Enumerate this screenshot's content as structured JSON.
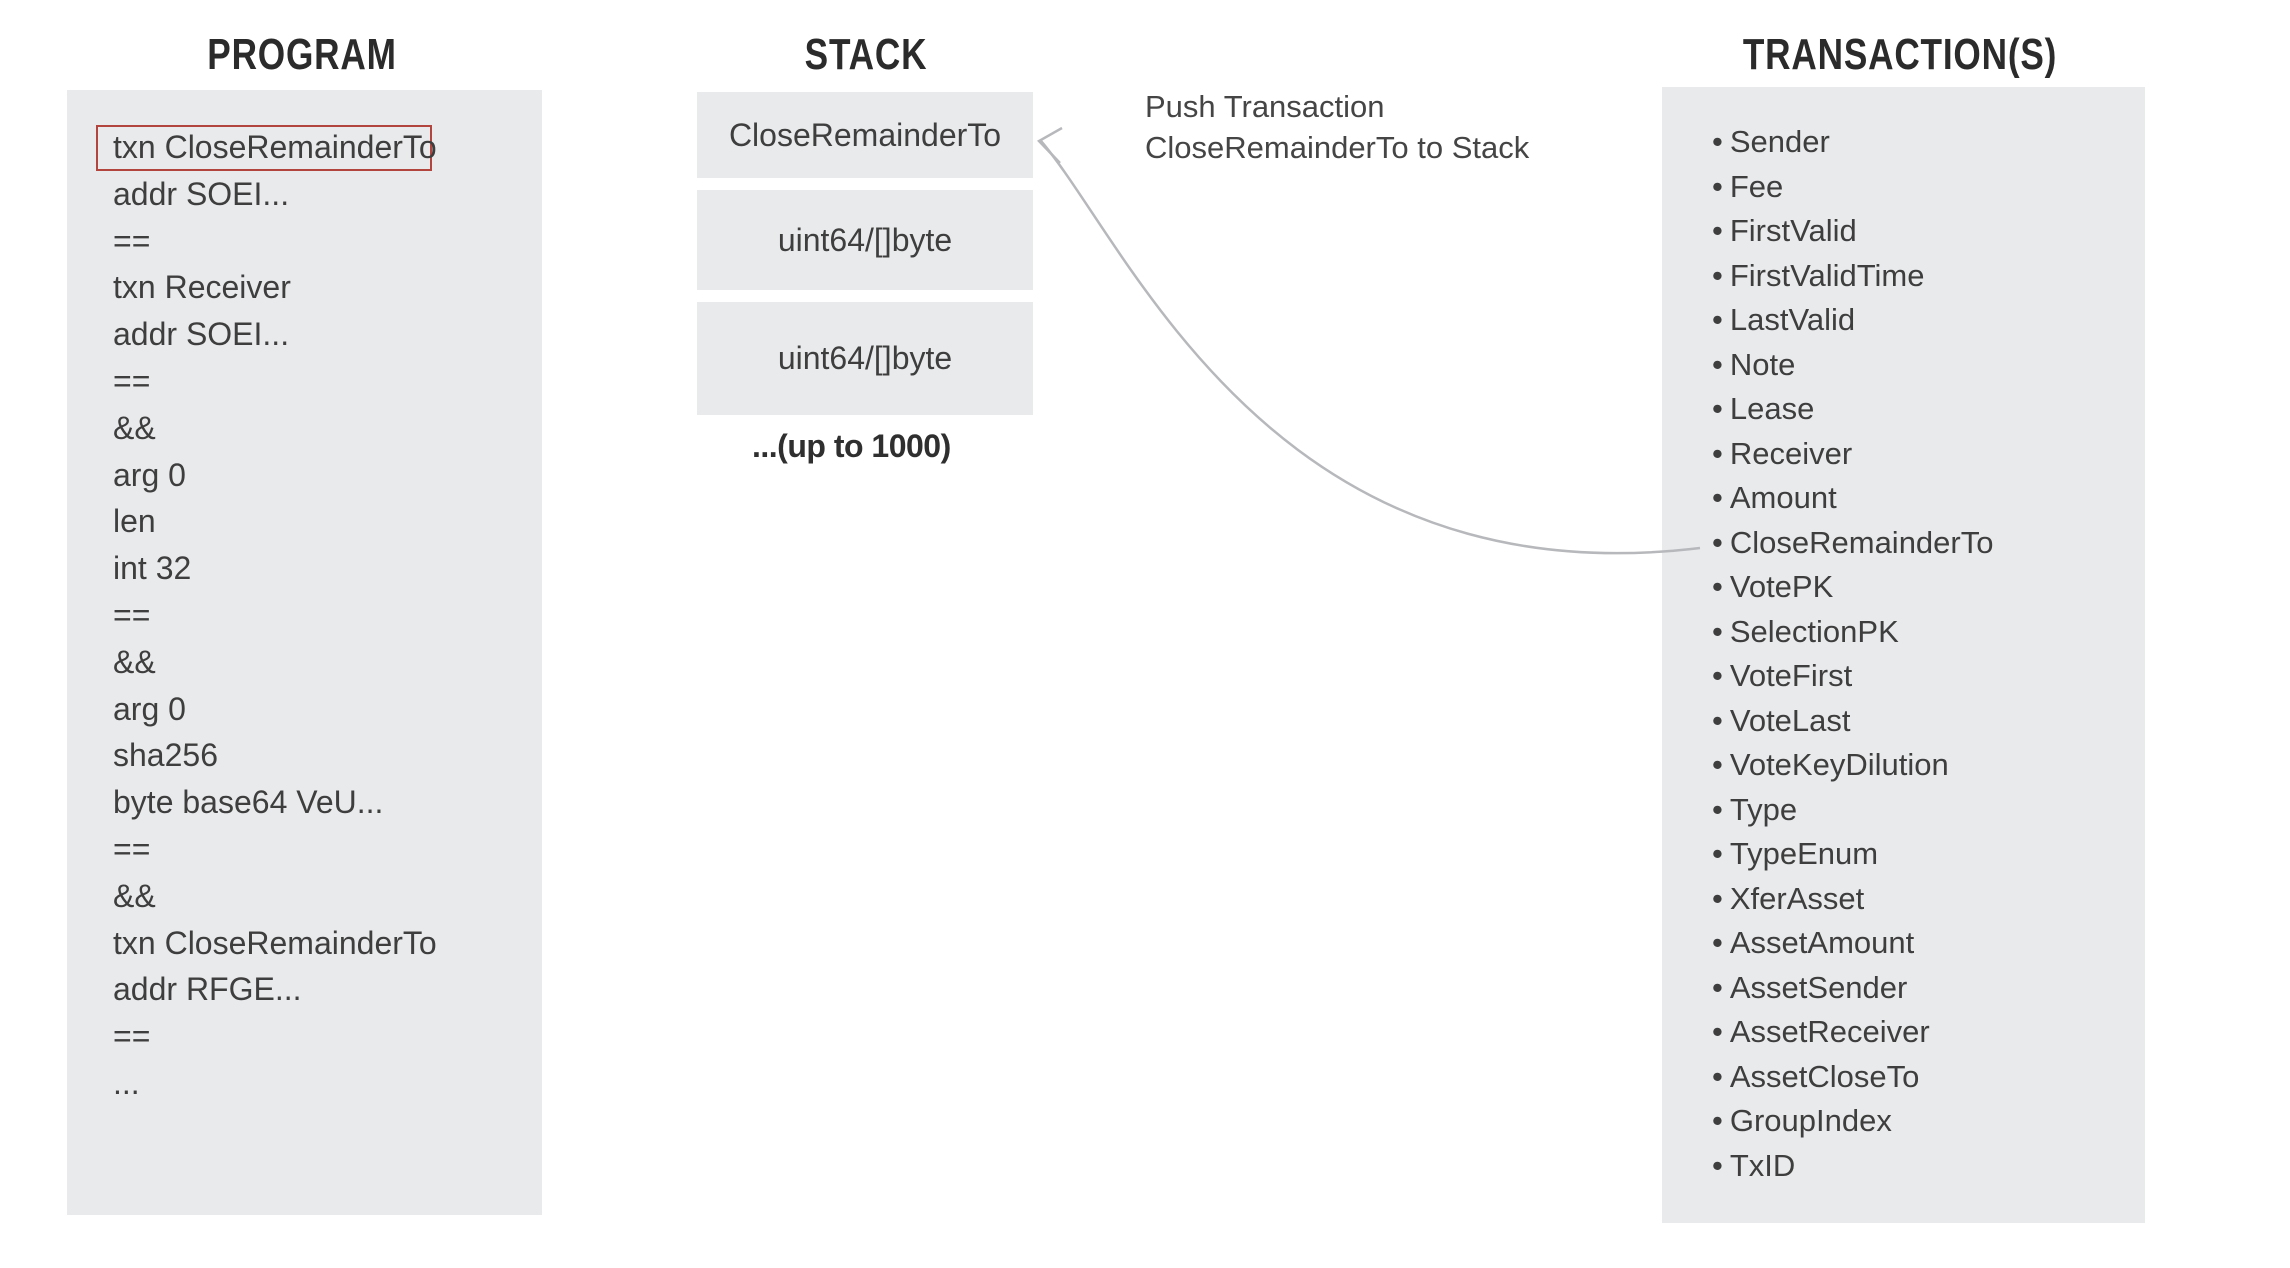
{
  "titles": {
    "program": "PROGRAM",
    "stack": "STACK",
    "transactions": "TRANSACTION(S)"
  },
  "program": {
    "lines": [
      "txn CloseRemainderTo",
      "addr SOEI...",
      "==",
      "txn Receiver",
      "addr SOEI...",
      "==",
      "&&",
      "arg 0",
      "len",
      "int 32",
      "==",
      "&&",
      "arg 0",
      "sha256",
      "byte base64 VeU...",
      "==",
      "&&",
      "txn CloseRemainderTo",
      "addr RFGE...",
      "==",
      "..."
    ],
    "highlighted_line": "txn CloseRemainderTo"
  },
  "stack": {
    "boxes": [
      "CloseRemainderTo",
      "uint64/[]byte",
      "uint64/[]byte"
    ],
    "note": "...(up to 1000)"
  },
  "annotation": {
    "line1": "Push Transaction",
    "line2": "CloseRemainderTo to Stack"
  },
  "transactions": {
    "items": [
      "Sender",
      "Fee",
      "FirstValid",
      "FirstValidTime",
      "LastValid",
      "Note",
      "Lease",
      "Receiver",
      "Amount",
      "CloseRemainderTo",
      "VotePK",
      "SelectionPK",
      "VoteFirst",
      "VoteLast",
      "VoteKeyDilution",
      "Type",
      "TypeEnum",
      "XferAsset",
      "AssetAmount",
      "AssetSender",
      "AssetReceiver",
      "AssetCloseTo",
      "GroupIndex",
      "TxID"
    ],
    "arrow_target_item": "CloseRemainderTo"
  },
  "colors": {
    "panel_bg": "#e9eaec",
    "highlight_border": "#b2463f",
    "arrow": "#b7b8bb",
    "title_text": "#2b2b2b",
    "body_text": "#3e3e3e"
  }
}
